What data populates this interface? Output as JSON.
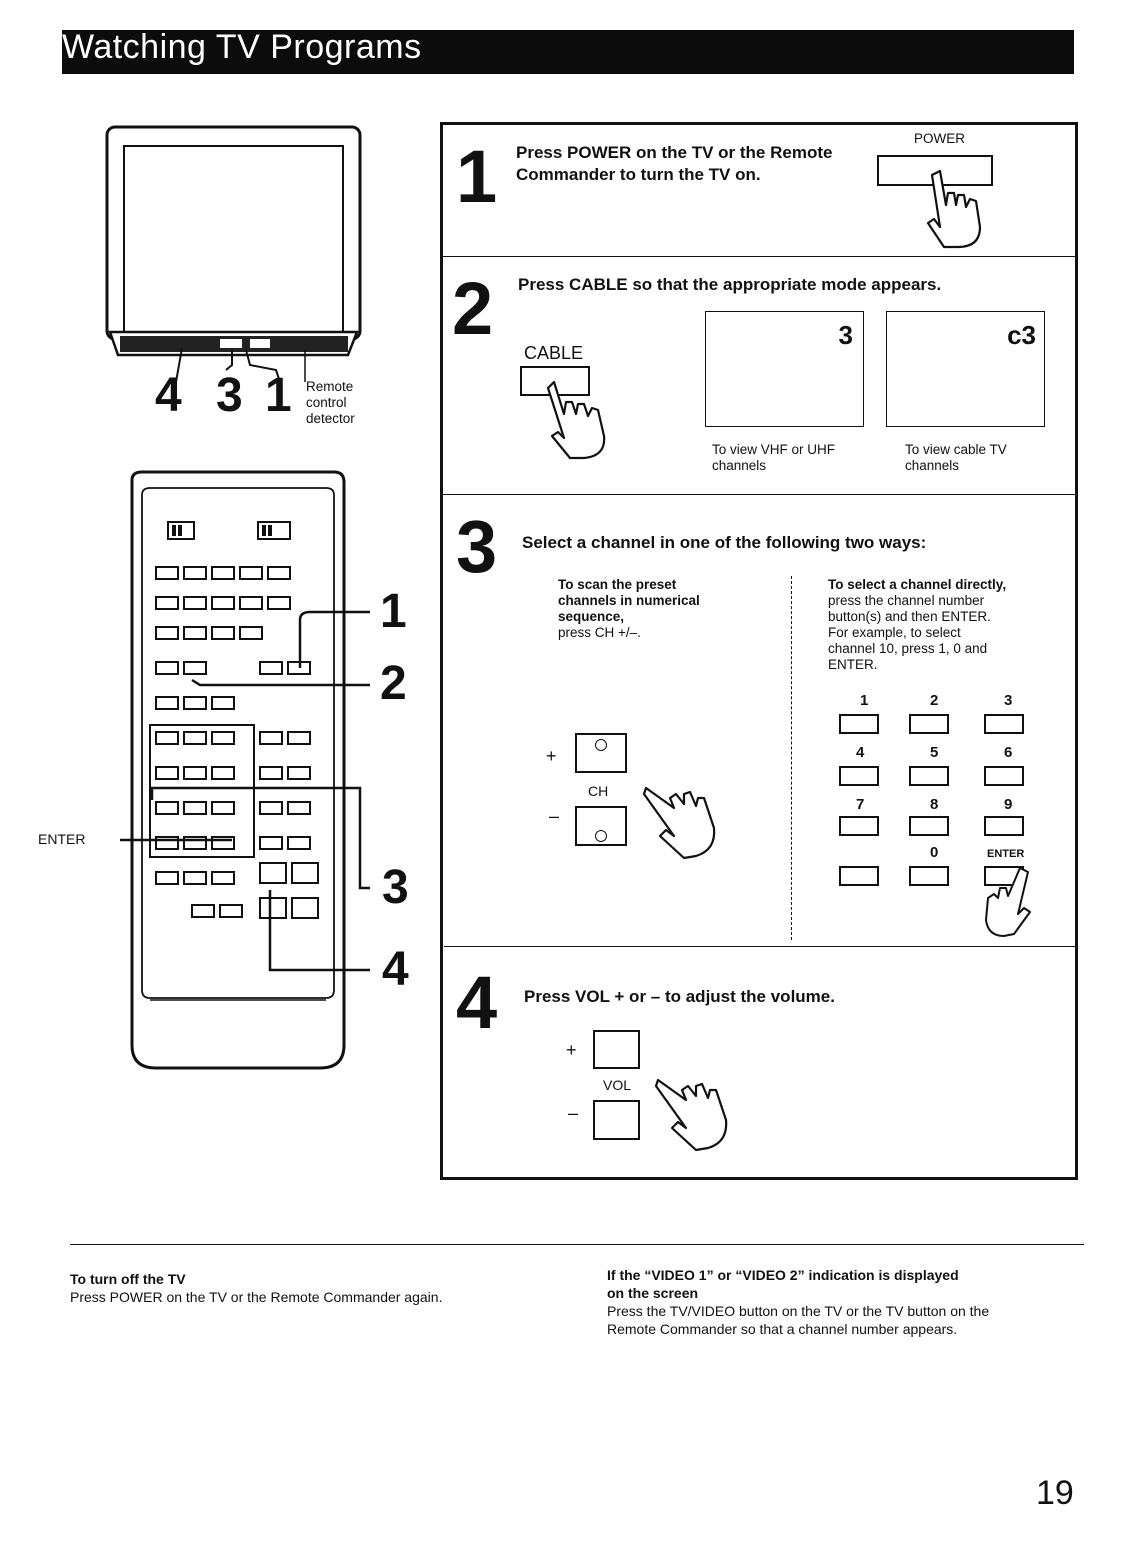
{
  "page": {
    "title": "Watching TV Programs",
    "page_number": "19"
  },
  "tv": {
    "callout_4": "4",
    "callout_3": "3",
    "callout_1": "1",
    "detector_label": [
      "Remote",
      "control",
      "detector"
    ]
  },
  "remote": {
    "enter_label": "ENTER",
    "callout_1": "1",
    "callout_2": "2",
    "callout_3": "3",
    "callout_4": "4"
  },
  "step1": {
    "number": "1",
    "text_line1": "Press POWER on the TV or the Remote",
    "text_line2": "Commander to turn the TV on.",
    "power_label": "POWER"
  },
  "step2": {
    "number": "2",
    "text": "Press CABLE so that the appropriate mode appears.",
    "cable_label": "CABLE",
    "screen1_value": "3",
    "screen2_value": "c3",
    "caption1": [
      "To view VHF or UHF",
      "channels"
    ],
    "caption2": [
      "To view cable TV",
      "channels"
    ]
  },
  "step3": {
    "number": "3",
    "text": "Select a channel in one of the following two ways:",
    "left_bold": [
      "To scan the preset",
      "channels in numerical",
      "sequence,"
    ],
    "left_plain": "press CH +/–.",
    "ch_plus": "+",
    "ch_minus": "–",
    "ch_label": "CH",
    "right_bold": "To select a channel directly,",
    "right_plain": [
      "press the channel number",
      "button(s) and then ENTER.",
      "For example, to select",
      "channel 10, press 1, 0 and",
      "ENTER."
    ],
    "keypad": [
      "1",
      "2",
      "3",
      "4",
      "5",
      "6",
      "7",
      "8",
      "9",
      "",
      "0",
      "ENTER"
    ]
  },
  "step4": {
    "number": "4",
    "text": "Press VOL + or – to adjust the volume.",
    "vol_plus": "+",
    "vol_minus": "–",
    "vol_label": "VOL"
  },
  "footer": {
    "left_title": "To turn off the TV",
    "left_body": "Press POWER on the TV or the Remote Commander again.",
    "right_title_line1": "If the “VIDEO 1” or “VIDEO 2” indication is displayed",
    "right_title_line2": "on the screen",
    "right_body_line1": "Press the TV/VIDEO button on the TV or the TV button on the",
    "right_body_line2": "Remote Commander so that a channel number appears."
  }
}
